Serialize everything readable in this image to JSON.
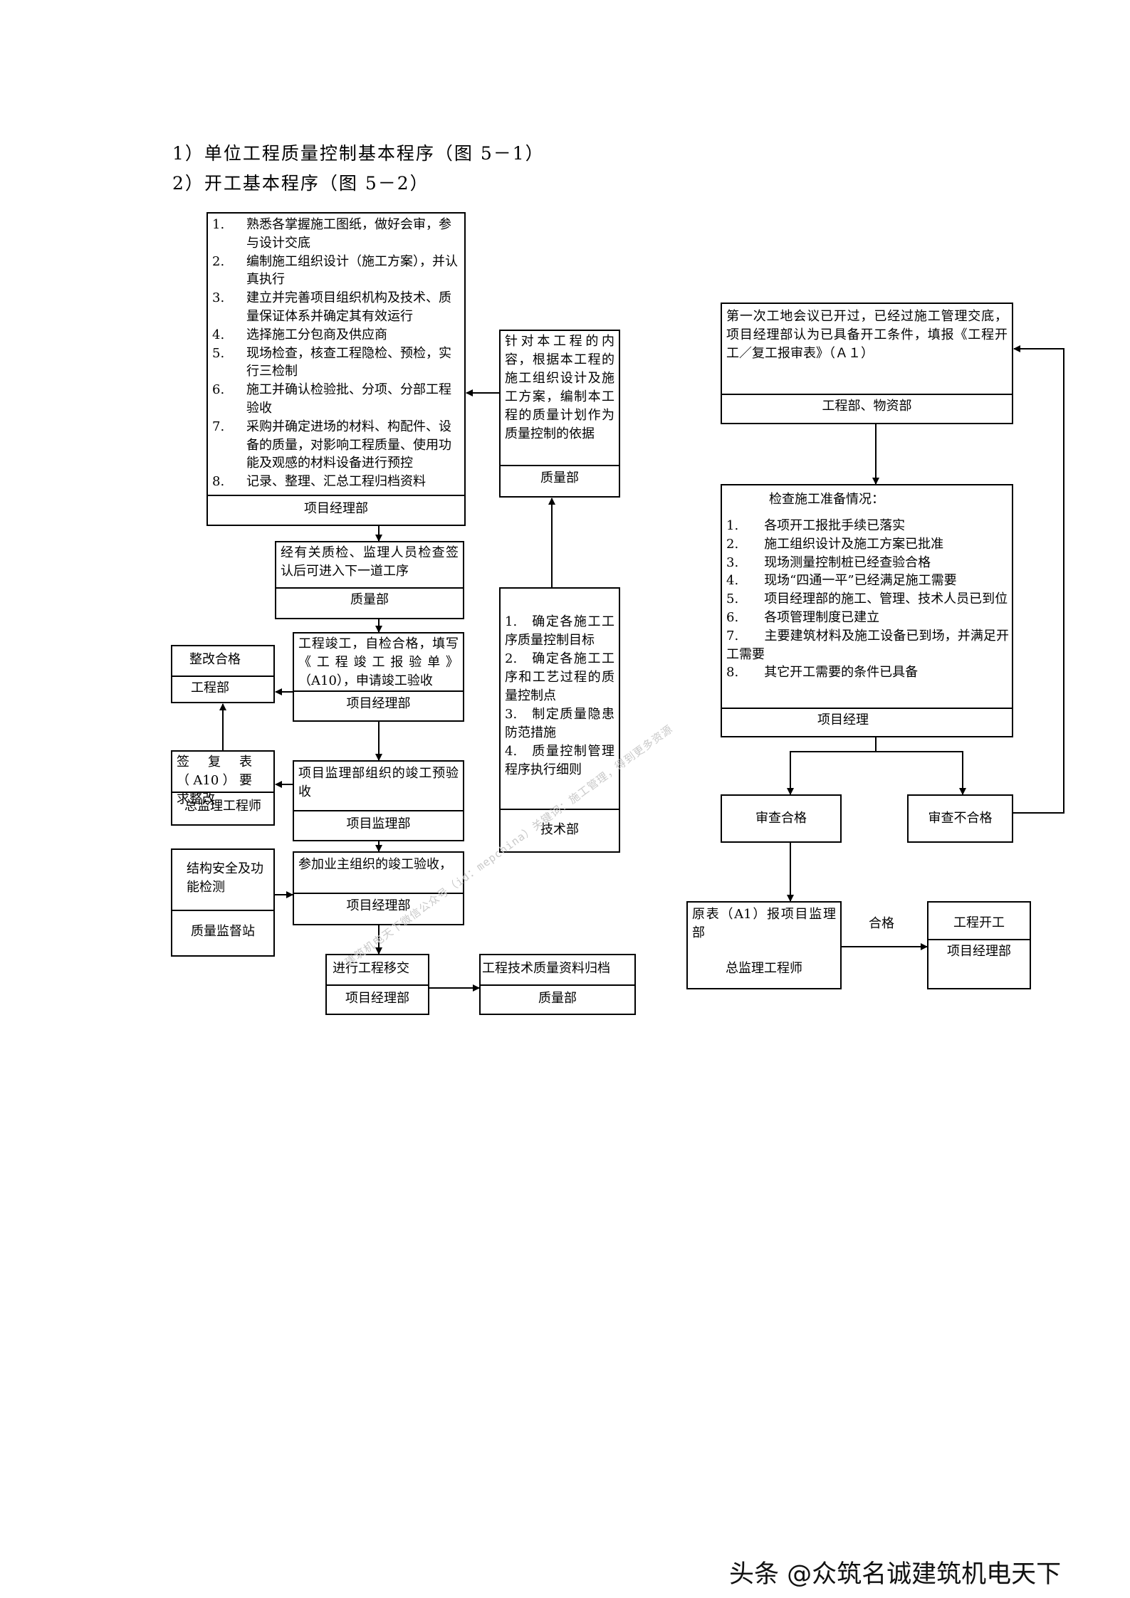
{
  "headings": {
    "h1": "1）单位工程质量控制基本程序（图 5－1）",
    "h2": "2）开工基本程序（图 5－2）"
  },
  "fig1": {
    "main_box": {
      "items": [
        {
          "num": "1.",
          "text": "熟悉各掌握施工图纸，做好会审，参与设计交底"
        },
        {
          "num": "2.",
          "text": "编制施工组织设计（施工方案），并认真执行"
        },
        {
          "num": "3.",
          "text": "建立并完善项目组织机构及技术、质量保证体系并确定其有效运行"
        },
        {
          "num": "4.",
          "text": "选择施工分包商及供应商"
        },
        {
          "num": "5.",
          "text": "现场检查，核查工程隐检、预检，实行三检制"
        },
        {
          "num": "6.",
          "text": "施工并确认检验批、分项、分部工程验收"
        },
        {
          "num": "7.",
          "text": "采购并确定进场的材料、构配件、设备的质量，对影响工程质量、使用功能及观感的材料设备进行预控"
        },
        {
          "num": "8.",
          "text": "记录、整理、汇总工程归档资料"
        }
      ],
      "footer": "项目经理部"
    },
    "quality_plan": {
      "text": "针对本工程的内容，根据本工程的施工组织设计及施工方案，编制本工程的质量计划作为质量控制的依据",
      "footer": "质量部"
    },
    "tech_dept": {
      "items": [
        {
          "num": "1.",
          "text": "确定各施工工序质量控制目标"
        },
        {
          "num": "2.",
          "text": "确定各施工工序和工艺过程的质量控制点"
        },
        {
          "num": "3.",
          "text": "制定质量隐患防范措施"
        },
        {
          "num": "4.",
          "text": "质量控制管理程序执行细则"
        }
      ],
      "footer": "技术部"
    },
    "inspection": {
      "text": "经有关质检、监理人员检查签认后可进入下一道工序",
      "footer": "质量部"
    },
    "completion": {
      "text": "工程竣工，自检合格，填写《工程竣工报验单》（A10），申请竣工验收",
      "footer": "项目经理部"
    },
    "rectified": {
      "text": "整改合格",
      "footer": "工程部"
    },
    "reply_form": {
      "text": "签复表（A10）要求整改",
      "footer": "总监理工程师"
    },
    "pre_acceptance": {
      "text": "项目监理部组织的竣工预验收",
      "footer": "项目监理部"
    },
    "structural_check": {
      "text": "结构安全及功能检测",
      "footer": "质量监督站"
    },
    "owner_acceptance": {
      "text": "参加业主组织的竣工验收，",
      "footer": "项目经理部"
    },
    "handover": {
      "text": "进行工程移交",
      "footer": "项目经理部"
    },
    "archive": {
      "text": "工程技术质量资料归档",
      "footer": "质量部"
    }
  },
  "fig2": {
    "first_meeting": {
      "text": "第一次工地会议已开过，已经过施工管理交底，项目经理部认为已具备开工条件，填报《工程开工／复工报审表》（Ａ１）",
      "footer": "工程部、物资部"
    },
    "check_prep": {
      "title": "检查施工准备情况：",
      "items": [
        {
          "num": "1.",
          "text": "各项开工报批手续已落实"
        },
        {
          "num": "2.",
          "text": "施工组织设计及施工方案已批准"
        },
        {
          "num": "3.",
          "text": "现场测量控制桩已经查验合格"
        },
        {
          "num": "4.",
          "text": "现场“四通一平”已经满足施工需要"
        },
        {
          "num": "5.",
          "text": "项目经理部的施工、管理、技术人员已到位"
        },
        {
          "num": "6.",
          "text": "各项管理制度已建立"
        },
        {
          "num": "7.",
          "text": "主要建筑材料及施工设备已到场，并满足开工需要"
        },
        {
          "num": "8.",
          "text": "其它开工需要的条件已具备"
        }
      ],
      "footer": "项目经理"
    },
    "pass": "审查合格",
    "fail": "审查不合格",
    "report": {
      "text": "原表（A1）报项目监理部",
      "footer": "总监理工程师"
    },
    "pass_label": "合格",
    "start": {
      "text": "工程开工",
      "footer": "项目经理部"
    }
  },
  "watermark": "建筑机电天下微信公众号（id：mepchina）关键词：施工管理，得到更多资源",
  "credit": "头条 @众筑名诚建筑机电天下"
}
